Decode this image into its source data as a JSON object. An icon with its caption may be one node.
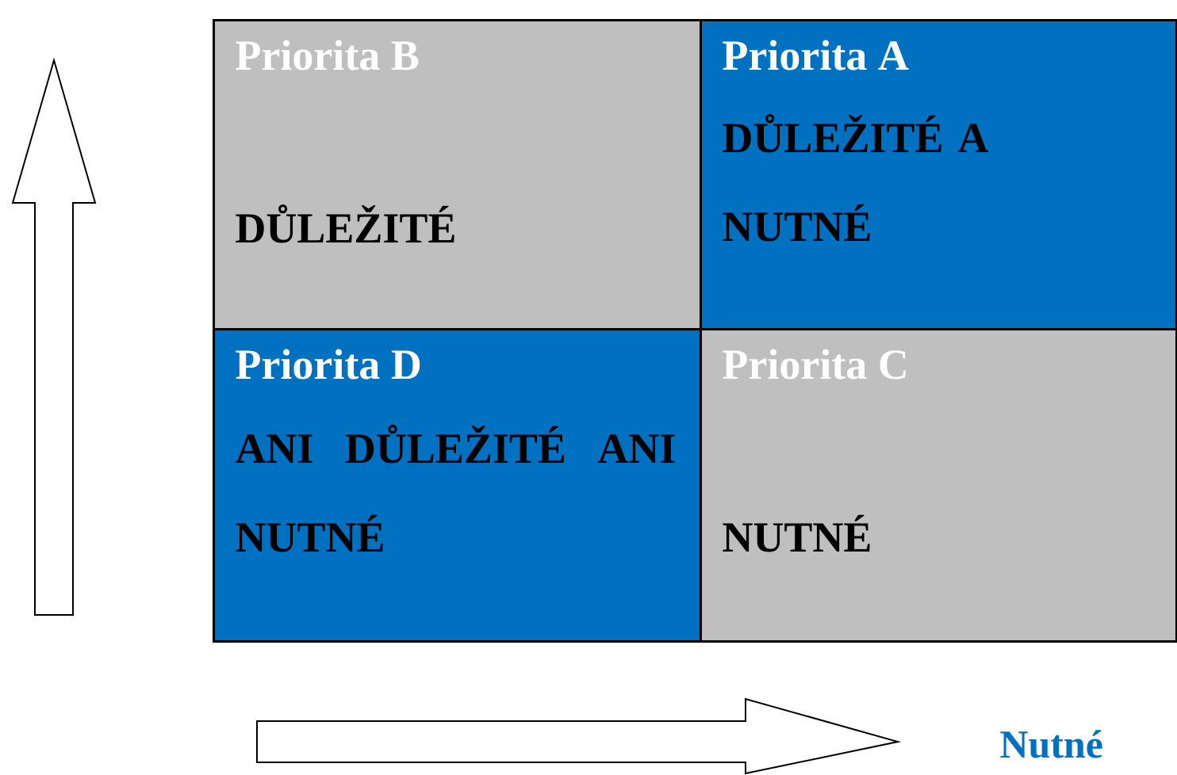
{
  "diagram": {
    "nodes": [
      {
        "text": [
          "Priorita B",
          "DŮLEŽITÉ"
        ]
      },
      {
        "text": [
          "Priorita A",
          "DŮLEŽITÉ A NUTNÉ"
        ]
      },
      {
        "text": [
          "Priorita D",
          "ANI DŮLEŽITÉ ANI NUTNÉ"
        ]
      },
      {
        "text": [
          "Priorita C",
          "NUTNÉ"
        ]
      }
    ],
    "labels": [
      "Nutné"
    ]
  }
}
